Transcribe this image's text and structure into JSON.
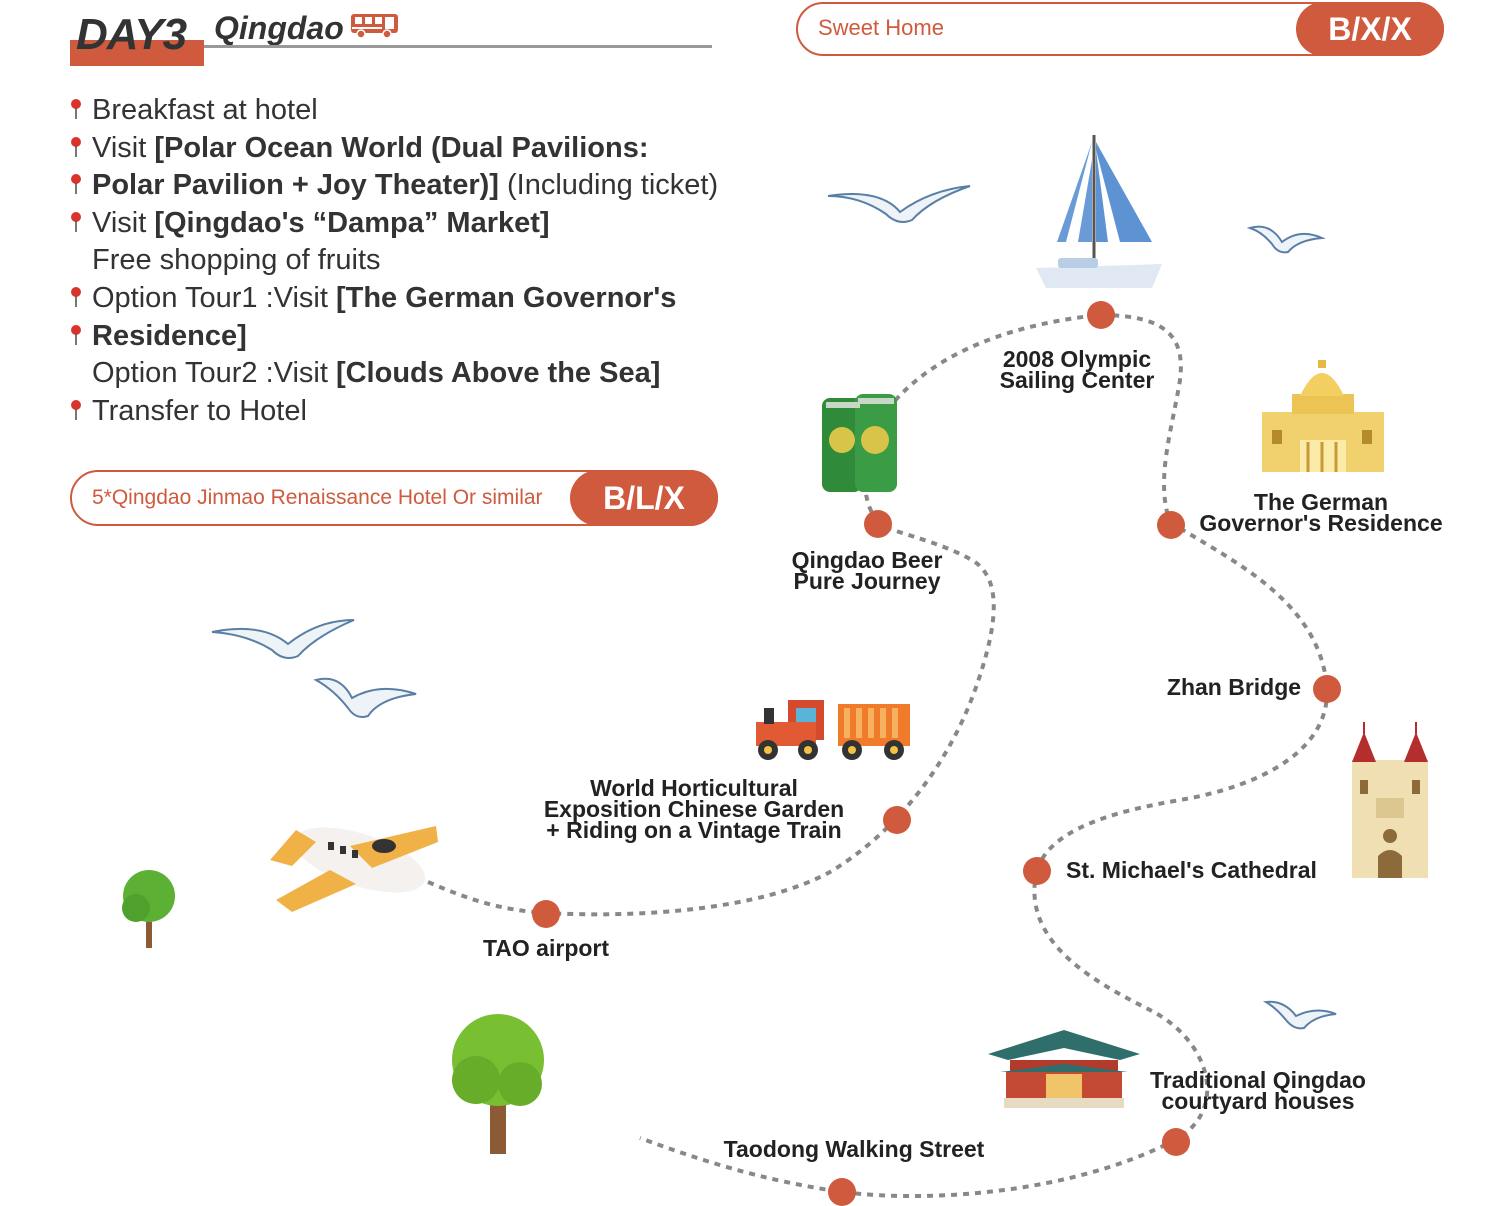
{
  "header": {
    "day": "DAY3",
    "city": "Qingdao",
    "icon": "bus-icon"
  },
  "top_pill": {
    "text": "Sweet Home",
    "meals": "B/X/X"
  },
  "itinerary": [
    {
      "pin": true,
      "text": "Breakfast at hotel"
    },
    {
      "pin": true,
      "pre": "Visit ",
      "bold": "[Polar Ocean World (Dual Pavilions:"
    },
    {
      "pin": true,
      "bold": "Polar Pavilion + Joy Theater)]",
      "post": " (Including ticket)"
    },
    {
      "pin": true,
      "pre": "Visit ",
      "bold": "[Qingdao's “Dampa” Market]"
    },
    {
      "pin": false,
      "text": "Free shopping of fruits"
    },
    {
      "pin": true,
      "pre": "Option Tour1 :Visit ",
      "bold": "[The German Governor's"
    },
    {
      "pin": true,
      "bold": "Residence]"
    },
    {
      "pin": false,
      "pre": "Option Tour2 :Visit ",
      "bold": "[Clouds Above the Sea]"
    },
    {
      "pin": true,
      "text": "Transfer to Hotel"
    }
  ],
  "hotel_pill": {
    "text": "5*Qingdao Jinmao Renaissance Hotel Or similar",
    "meals": "B/L/X"
  },
  "stops": {
    "sailing": {
      "line1": "2008 Olympic",
      "line2": "Sailing Center"
    },
    "governor": {
      "line1": "The German",
      "line2": "Governor's Residence"
    },
    "beer": {
      "line1": "Qingdao Beer",
      "line2": "Pure Journey"
    },
    "zhan": {
      "line1": "Zhan Bridge"
    },
    "garden": {
      "line1": "World Horticultural",
      "line2": "Exposition Chinese Garden",
      "line3": "+ Riding on a Vintage Train"
    },
    "cathedral": {
      "line1": "St. Michael's Cathedral"
    },
    "airport": {
      "line1": "TAO airport"
    },
    "courtyard": {
      "line1": "Traditional Qingdao",
      "line2": "courtyard houses"
    },
    "taodong": {
      "line1": "Taodong Walking Street"
    }
  },
  "colors": {
    "accent": "#cf5a3e",
    "dot": "#d05a3e",
    "route": "#888888"
  }
}
